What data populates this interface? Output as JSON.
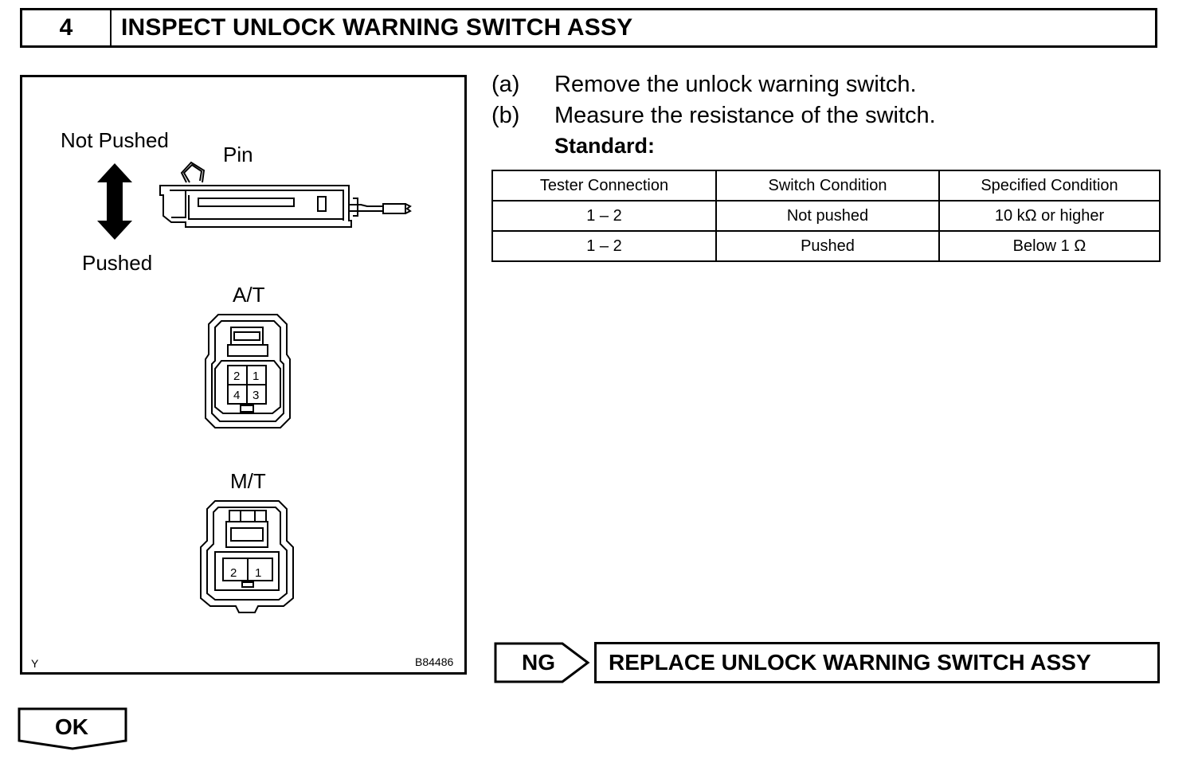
{
  "header": {
    "step_number": "4",
    "title": "INSPECT UNLOCK WARNING SWITCH ASSY"
  },
  "figure": {
    "not_pushed": "Not Pushed",
    "pin": "Pin",
    "pushed": "Pushed",
    "at_label": "A/T",
    "mt_label": "M/T",
    "at_pins": [
      "2",
      "1",
      "4",
      "3"
    ],
    "mt_pins": [
      "2",
      "1"
    ],
    "corner_letter": "Y",
    "figure_code": "B84486"
  },
  "instructions": [
    {
      "letter": "(a)",
      "text": "Remove the unlock warning switch."
    },
    {
      "letter": "(b)",
      "text": "Measure the resistance of the switch."
    }
  ],
  "standard_label": "Standard:",
  "table": {
    "headers": [
      "Tester Connection",
      "Switch Condition",
      "Specified Condition"
    ],
    "rows": [
      [
        "1 – 2",
        "Not pushed",
        "10 kΩ or higher"
      ],
      [
        "1 – 2",
        "Pushed",
        "Below 1 Ω"
      ]
    ]
  },
  "ng": {
    "label": "NG",
    "action": "REPLACE UNLOCK WARNING SWITCH ASSY"
  },
  "ok": {
    "label": "OK"
  }
}
